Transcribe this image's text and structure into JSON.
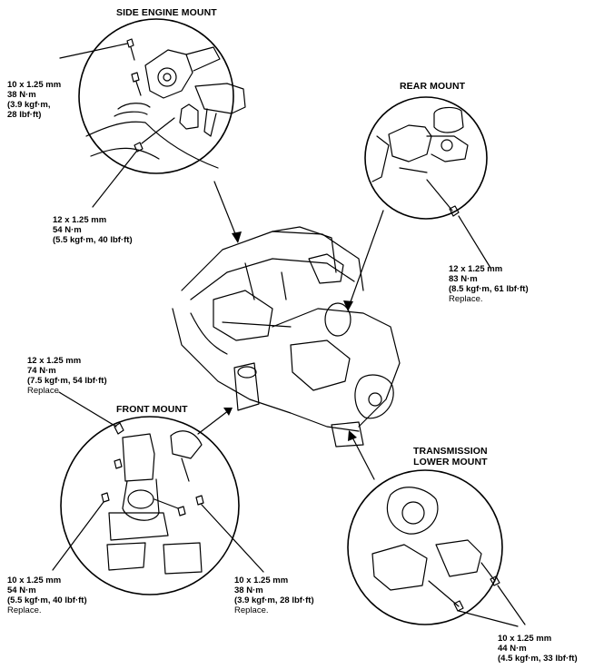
{
  "titles": {
    "side": "SIDE ENGINE MOUNT",
    "rear": "REAR MOUNT",
    "front": "FRONT MOUNT",
    "trans_1": "TRANSMISSION",
    "trans_2": "LOWER MOUNT"
  },
  "specs": {
    "side_top": {
      "size": "10 x 1.25 mm",
      "torque": "38 N·m",
      "l1": "(3.9 kgf·m,",
      "l2": "28 lbf·ft)"
    },
    "side_bottom": {
      "size": "12 x 1.25 mm",
      "torque": "54 N·m",
      "l1": "(5.5 kgf·m, 40 lbf·ft)"
    },
    "rear": {
      "size": "12 x 1.25 mm",
      "torque": "83 N·m",
      "l1": "(8.5 kgf·m, 61 lbf·ft)",
      "note": "Replace."
    },
    "front_top": {
      "size": "12 x 1.25 mm",
      "torque": "74 N·m",
      "l1": "(7.5 kgf·m, 54 lbf·ft)",
      "note": "Replace."
    },
    "front_left": {
      "size": "10 x 1.25 mm",
      "torque": "54 N·m",
      "l1": "(5.5 kgf·m, 40 lbf·ft)",
      "note": "Replace."
    },
    "front_right": {
      "size": "10 x 1.25 mm",
      "torque": "38 N·m",
      "l1": "(3.9 kgf·m, 28 lbf·ft)",
      "note": "Replace."
    },
    "trans": {
      "size": "10 x 1.25 mm",
      "torque": "44 N·m",
      "l1": "(4.5 kgf·m, 33 lbf·ft)"
    }
  },
  "colors": {
    "ink": "#000000",
    "paper": "#ffffff"
  }
}
